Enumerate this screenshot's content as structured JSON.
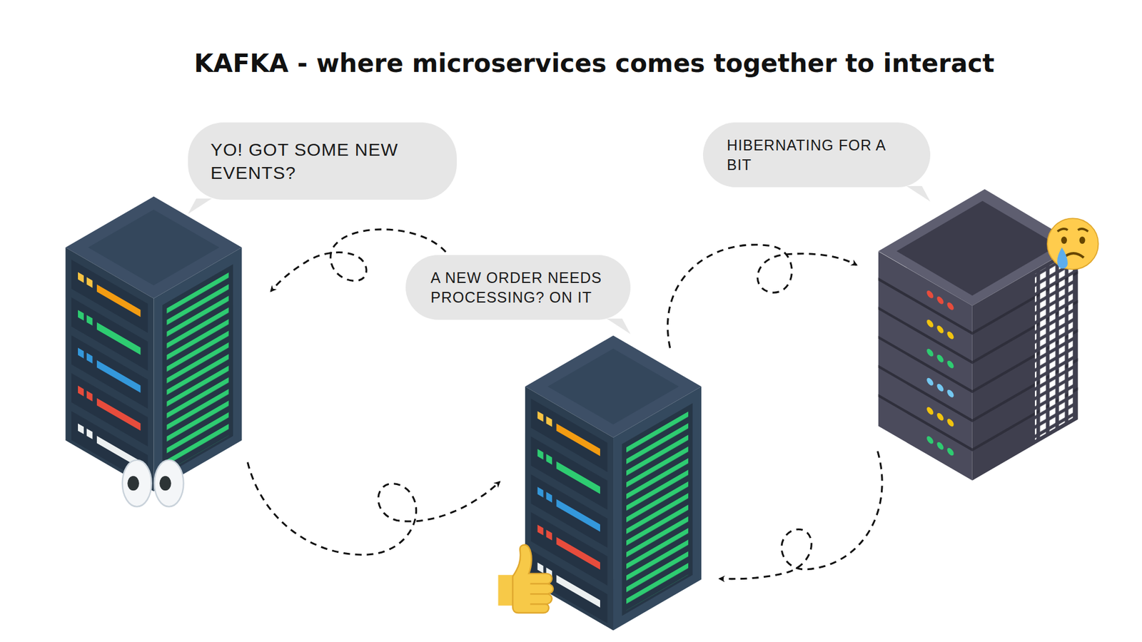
{
  "diagram": {
    "title": "KAFKA - where microservices comes together to interact",
    "nodes": [
      {
        "text": [
          "YO! GOT SOME NEW EVENTS?"
        ]
      },
      {
        "text": [
          "A NEW ORDER NEEDS PROCESSING? ON IT"
        ]
      },
      {
        "text": [
          "HIBERNATING FOR A BIT"
        ]
      }
    ]
  }
}
